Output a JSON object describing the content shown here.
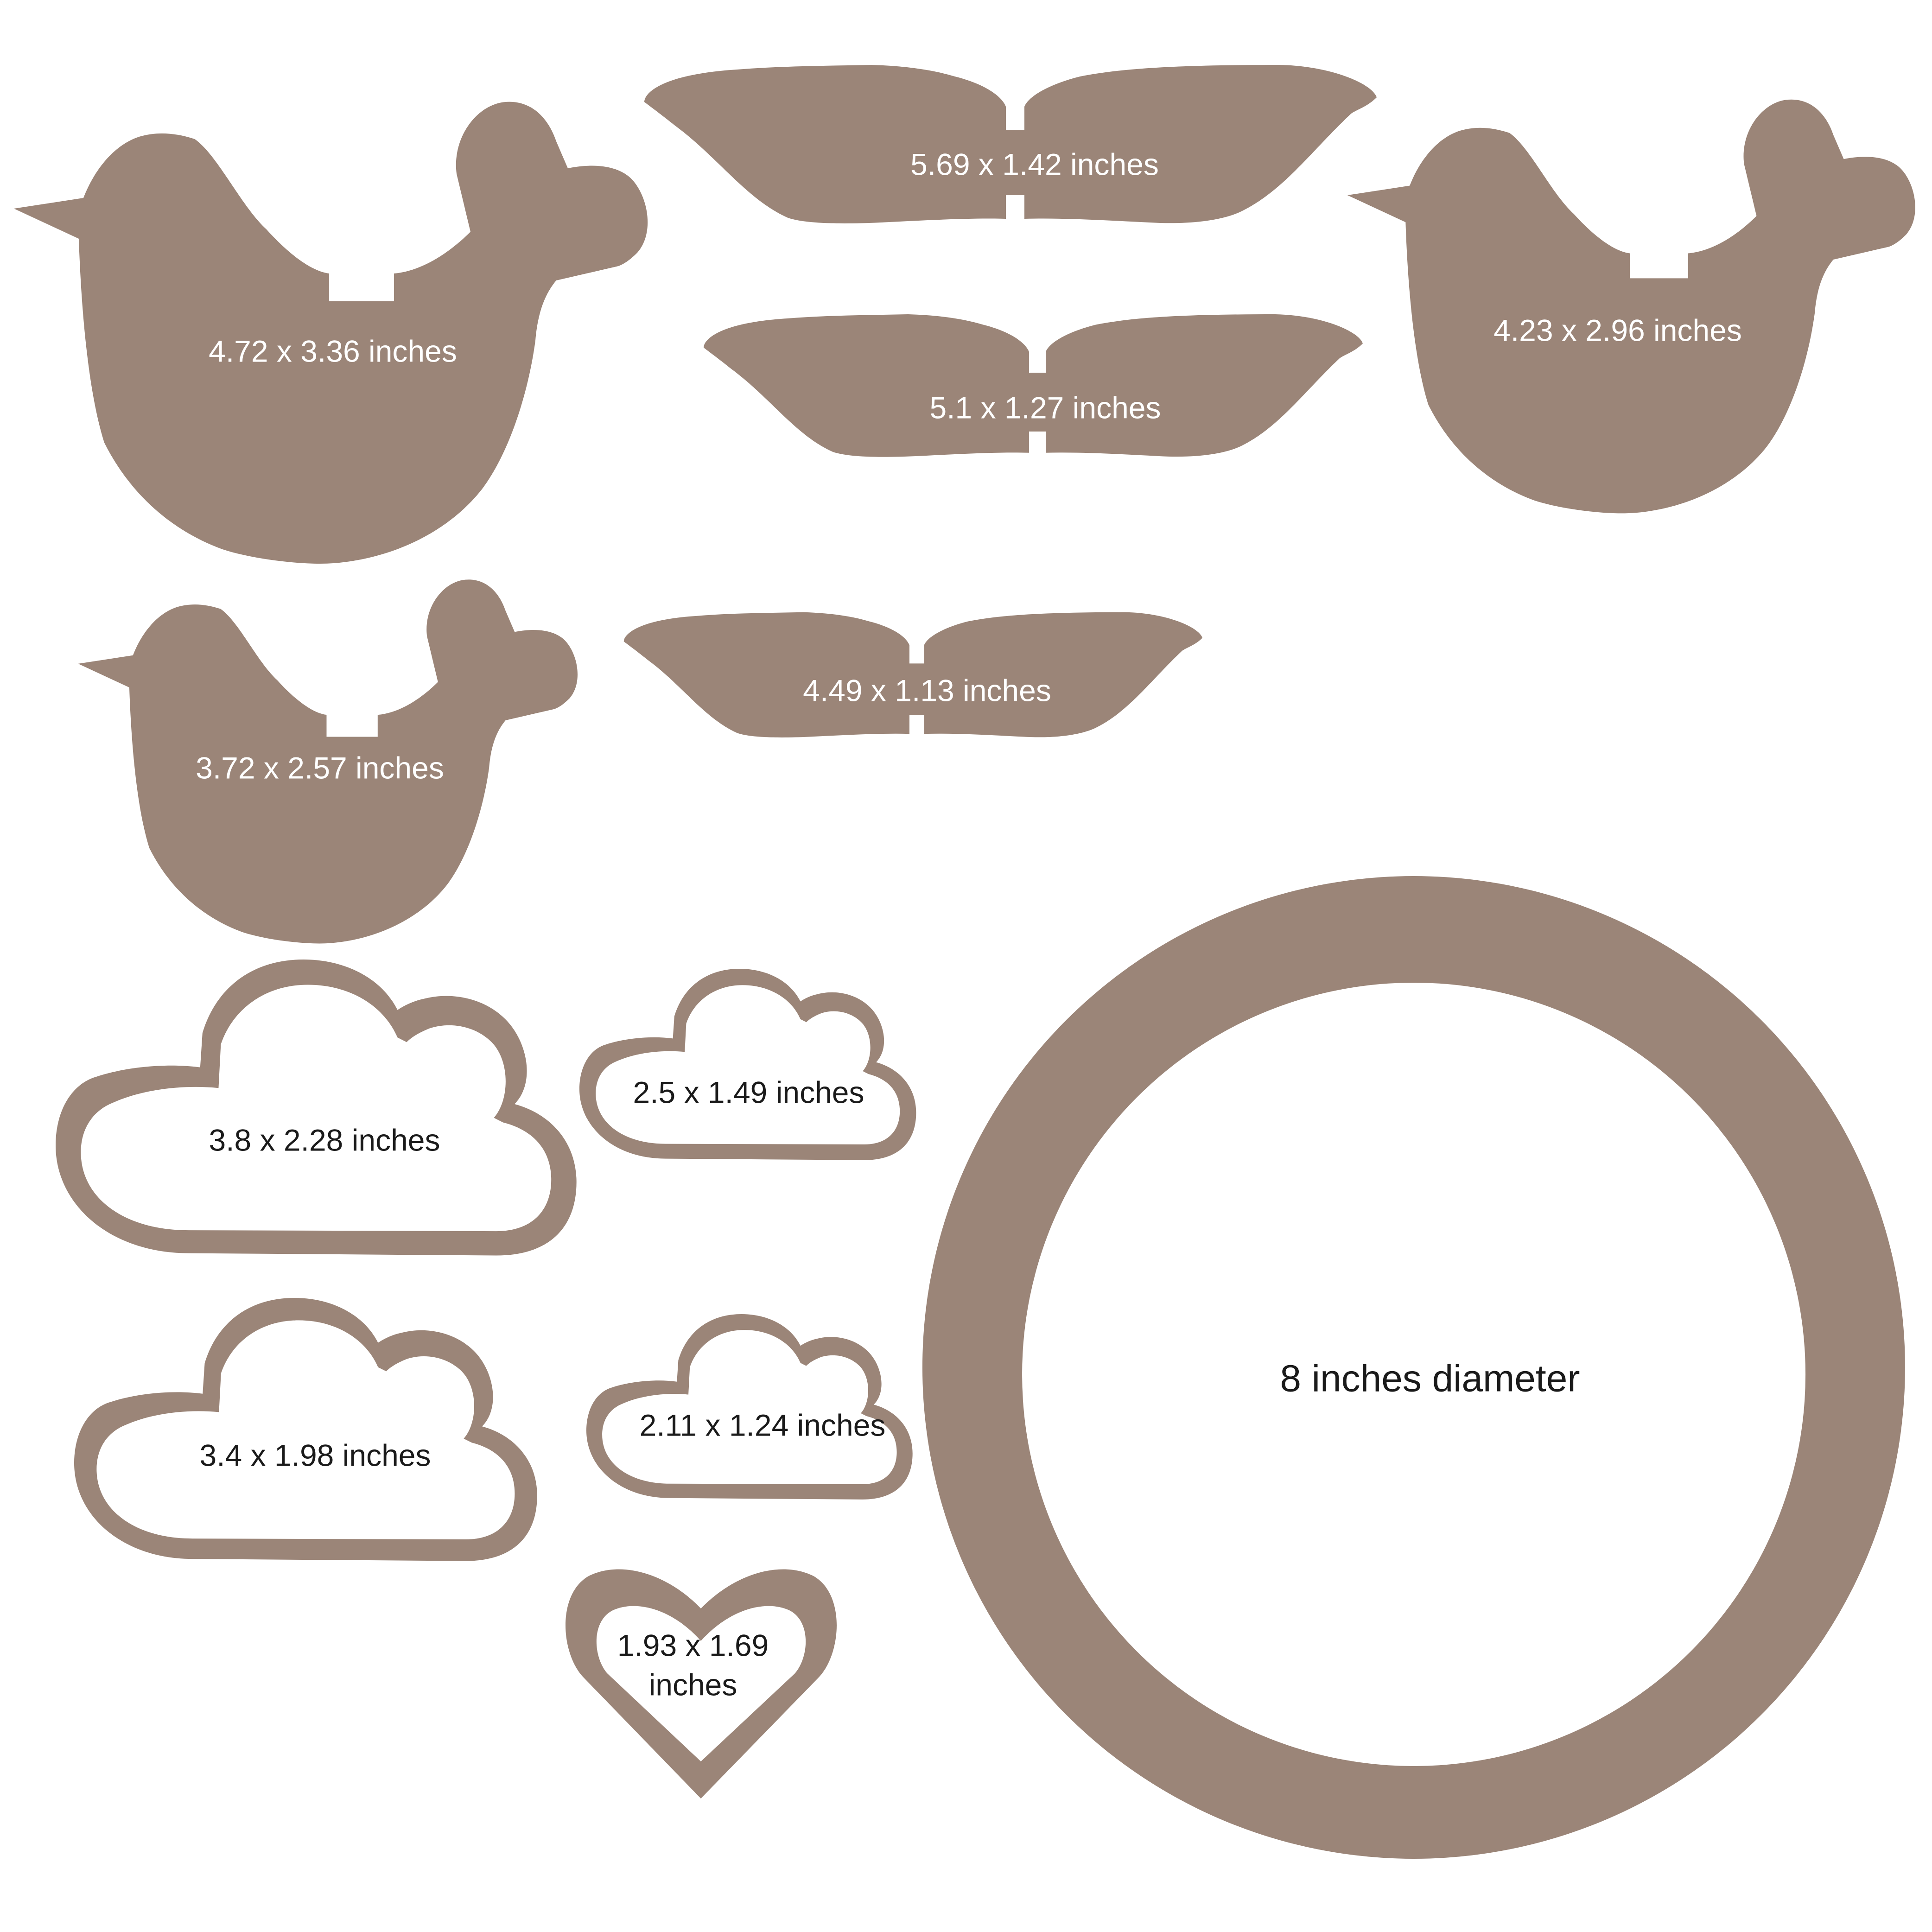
{
  "colors": {
    "shape": "#9b8578",
    "background": "#ffffff",
    "label_on_shape": "#ffffff",
    "label_on_white": "#1a1a1a"
  },
  "birds": [
    {
      "name": "bird-large",
      "label": "4.72 x 3.36 inches"
    },
    {
      "name": "bird-medium",
      "label": "4.23 x 2.96 inches"
    },
    {
      "name": "bird-small",
      "label": "3.72 x 2.57 inches"
    }
  ],
  "wings": [
    {
      "name": "wing-large",
      "label": "5.69 x 1.42 inches"
    },
    {
      "name": "wing-medium",
      "label": "5.1 x 1.27 inches"
    },
    {
      "name": "wing-small",
      "label": "4.49 x 1.13 inches"
    }
  ],
  "clouds": [
    {
      "name": "cloud-large",
      "label": "3.8 x 2.28 inches"
    },
    {
      "name": "cloud-medium",
      "label": "3.4 x 1.98 inches"
    },
    {
      "name": "cloud-small",
      "label": "2.5 x 1.49 inches"
    },
    {
      "name": "cloud-tiny",
      "label": "2.11 x 1.24 inches"
    }
  ],
  "heart": {
    "label_line1": "1.93 x 1.69",
    "label_line2": "inches"
  },
  "ring": {
    "label": "8 inches diameter"
  }
}
